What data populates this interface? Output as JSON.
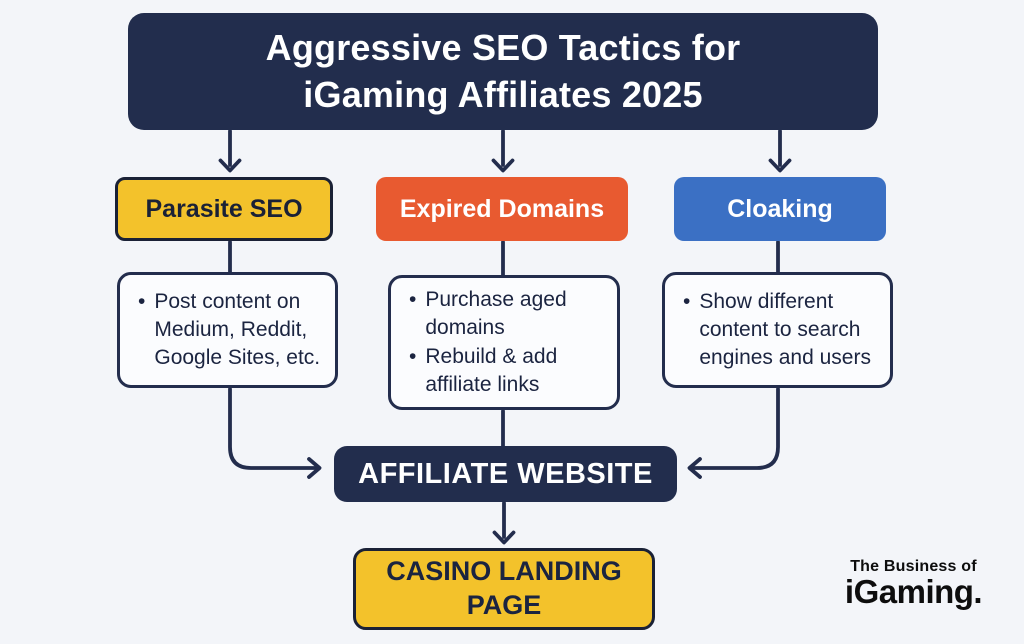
{
  "ui": {
    "bullet": "•"
  },
  "colors": {
    "background": "#F3F5F9",
    "navy": "#222D4D",
    "arrow": "#232D4D",
    "yellow": "#F3C22B",
    "orange": "#E85A30",
    "blue": "#3B70C4",
    "card_background": "#FBFCFE",
    "dark_text": "#1B2440",
    "white_text": "#FFFFFF"
  },
  "title": {
    "text": "Aggressive SEO Tactics for iGaming Affiliates 2025"
  },
  "tactics": [
    {
      "label": "Parasite SEO",
      "details": [
        "Post content on Medium, Reddit, Google Sites, etc."
      ]
    },
    {
      "label": "Expired Domains",
      "details": [
        "Purchase aged domains",
        "Rebuild & add affiliate links"
      ]
    },
    {
      "label": "Cloaking",
      "details": [
        "Show different content to search engines and users"
      ]
    }
  ],
  "affiliate_website": {
    "label": "AFFILIATE WEBSITE"
  },
  "casino_landing_page": {
    "label": "CASINO LANDING PAGE"
  },
  "logo": {
    "line1": "The Business of",
    "line2": "iGaming."
  }
}
